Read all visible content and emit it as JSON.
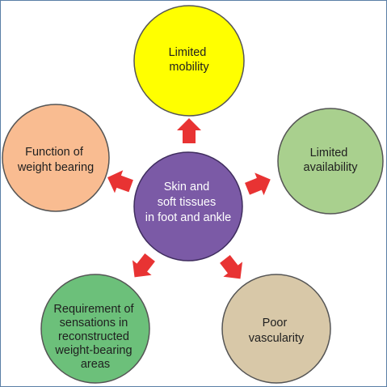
{
  "diagram": {
    "center": {
      "lines": [
        "Skin and",
        "soft tissues",
        "in foot and ankle"
      ],
      "fill": "#7b5aa6",
      "stroke": "#3f2d5e"
    },
    "nodes": [
      {
        "id": "limited-mobility",
        "lines": [
          "Limited",
          "mobility"
        ],
        "fill": "#ffff00",
        "stroke": "#555555"
      },
      {
        "id": "limited-availability",
        "lines": [
          "Limited",
          "availability"
        ],
        "fill": "#a9d08e",
        "stroke": "#555555"
      },
      {
        "id": "poor-vascularity",
        "lines": [
          "Poor",
          "vascularity"
        ],
        "fill": "#d8c8a8",
        "stroke": "#555555"
      },
      {
        "id": "requirement-of-sensations",
        "lines": [
          "Requirement of",
          "sensations in",
          "reconstructed",
          "weight-bearing",
          "areas"
        ],
        "fill": "#6cc07a",
        "stroke": "#555555"
      },
      {
        "id": "function-of-weight-bearing",
        "lines": [
          "Function of",
          "weight bearing"
        ],
        "fill": "#f9bc91",
        "stroke": "#555555"
      }
    ],
    "arrow_color": "#e83333"
  }
}
